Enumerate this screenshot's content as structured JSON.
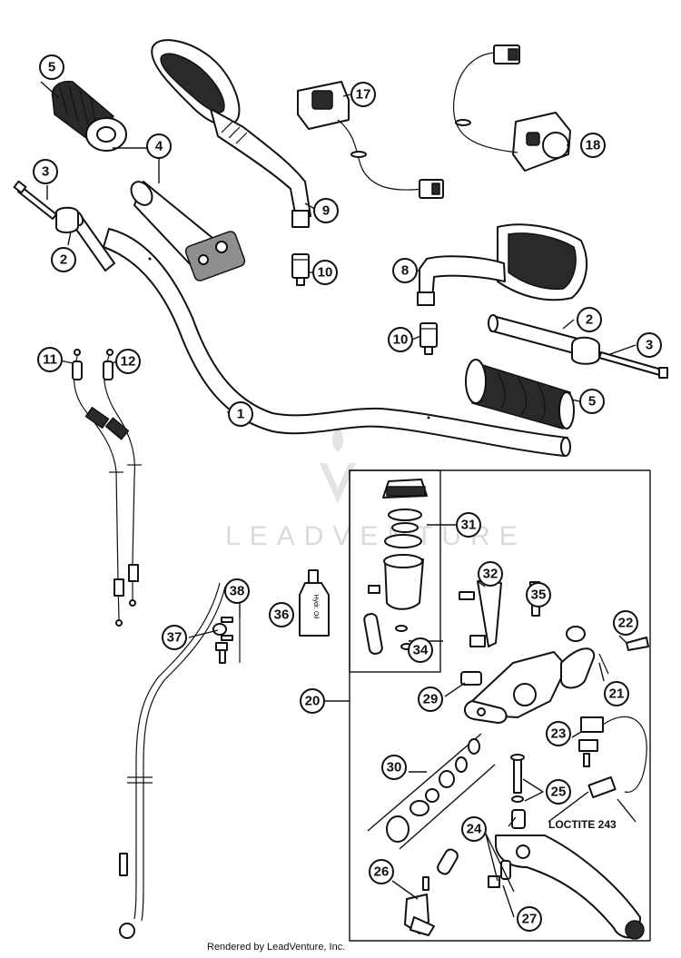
{
  "callouts": [
    {
      "label": "1"
    },
    {
      "label": "2"
    },
    {
      "label": "2"
    },
    {
      "label": "3"
    },
    {
      "label": "3"
    },
    {
      "label": "4"
    },
    {
      "label": "5"
    },
    {
      "label": "5"
    },
    {
      "label": "8"
    },
    {
      "label": "9"
    },
    {
      "label": "10"
    },
    {
      "label": "10"
    },
    {
      "label": "11"
    },
    {
      "label": "12"
    },
    {
      "label": "17"
    },
    {
      "label": "18"
    },
    {
      "label": "20"
    },
    {
      "label": "21"
    },
    {
      "label": "22"
    },
    {
      "label": "23"
    },
    {
      "label": "24"
    },
    {
      "label": "25"
    },
    {
      "label": "26"
    },
    {
      "label": "27"
    },
    {
      "label": "29"
    },
    {
      "label": "30"
    },
    {
      "label": "31"
    },
    {
      "label": "32"
    },
    {
      "label": "34"
    },
    {
      "label": "35"
    },
    {
      "label": "36"
    },
    {
      "label": "37"
    },
    {
      "label": "38"
    }
  ],
  "loctite_note": "LOCTITE 243",
  "bottle_label": "Hydr. Oil",
  "watermark_text": "LEADVENTURE",
  "credit": "Rendered by LeadVenture, Inc.",
  "colors": {
    "ink": "#111111",
    "watermark": "#d6d6d6",
    "background": "#ffffff"
  }
}
